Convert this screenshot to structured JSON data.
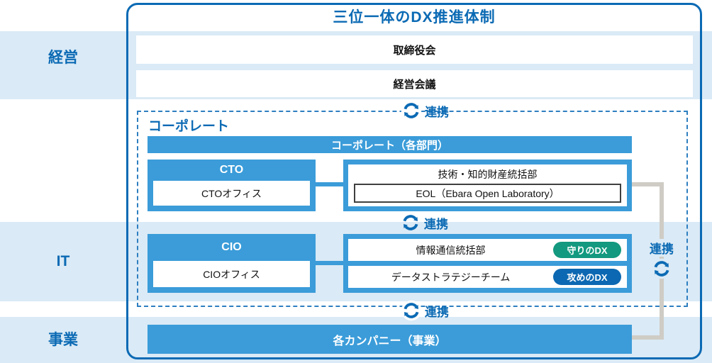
{
  "title": "三位一体のDX推進体制",
  "labels": {
    "renkei": "連携"
  },
  "bands": [
    {
      "id": "management",
      "label": "経営"
    },
    {
      "id": "it",
      "label": "IT"
    },
    {
      "id": "business",
      "label": "事業"
    }
  ],
  "management": {
    "board": "取締役会",
    "meeting": "経営会議"
  },
  "corporate": {
    "label": "コーポレート",
    "header": "コーポレート（各部門）",
    "cto": {
      "title": "CTO",
      "office": "CTOオフィス"
    },
    "tech": {
      "title": "技術・知的財産統括部",
      "sub": "EOL（Ebara Open Laboratory）"
    },
    "cio": {
      "title": "CIO",
      "office": "CIOオフィス"
    },
    "it_rows": [
      {
        "label": "情報通信統括部",
        "badge": "守りのDX",
        "badge_color": "#13997f"
      },
      {
        "label": "データストラテジーチーム",
        "badge": "攻めのDX",
        "badge_color": "#0c68b2"
      }
    ]
  },
  "business_bar": "各カンパニー（事業）",
  "colors": {
    "box_blue": "#3b9cd9",
    "dark_blue": "#0b6ab4",
    "band_light_blue": "#daeaf6",
    "badge_teal": "#13997f",
    "badge_blue": "#0c68b2",
    "connector_gray": "#cfccc5"
  }
}
